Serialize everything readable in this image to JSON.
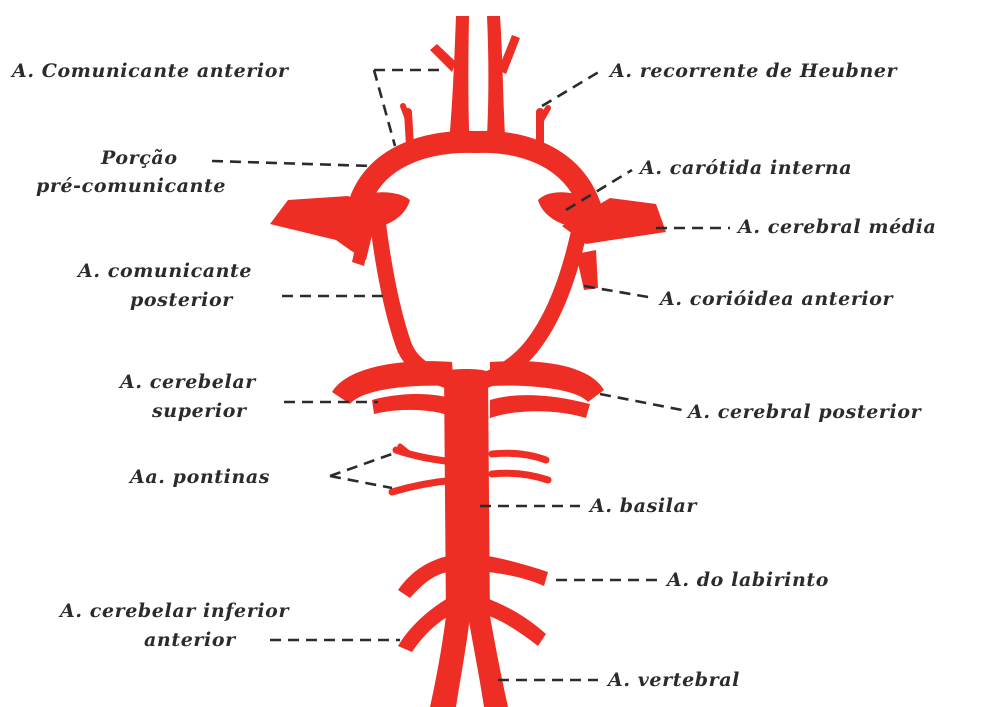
{
  "colors": {
    "artery": "#ee2d24",
    "text": "#2b2b2b",
    "background": "#ffffff"
  },
  "labels": {
    "comunicante_anterior": "A. Comunicante anterior",
    "heubner": "A. recorrente de Heubner",
    "porcao_line1": "Porção",
    "porcao_line2": "pré-comunicante",
    "carotida_interna": "A. carótida interna",
    "cerebral_media": "A. cerebral média",
    "comunicante_posterior_line1": "A. comunicante",
    "comunicante_posterior_line2": "posterior",
    "corioidea_anterior": "A. corióidea anterior",
    "cerebelar_superior_line1": "A. cerebelar",
    "cerebelar_superior_line2": "superior",
    "cerebral_posterior": "A. cerebral posterior",
    "pontinas": "Aa. pontinas",
    "basilar": "A. basilar",
    "labirinto": "A. do labirinto",
    "cerebelar_inferior_line1": "A. cerebelar inferior",
    "cerebelar_inferior_line2": "anterior",
    "vertebral": "A. vertebral"
  }
}
